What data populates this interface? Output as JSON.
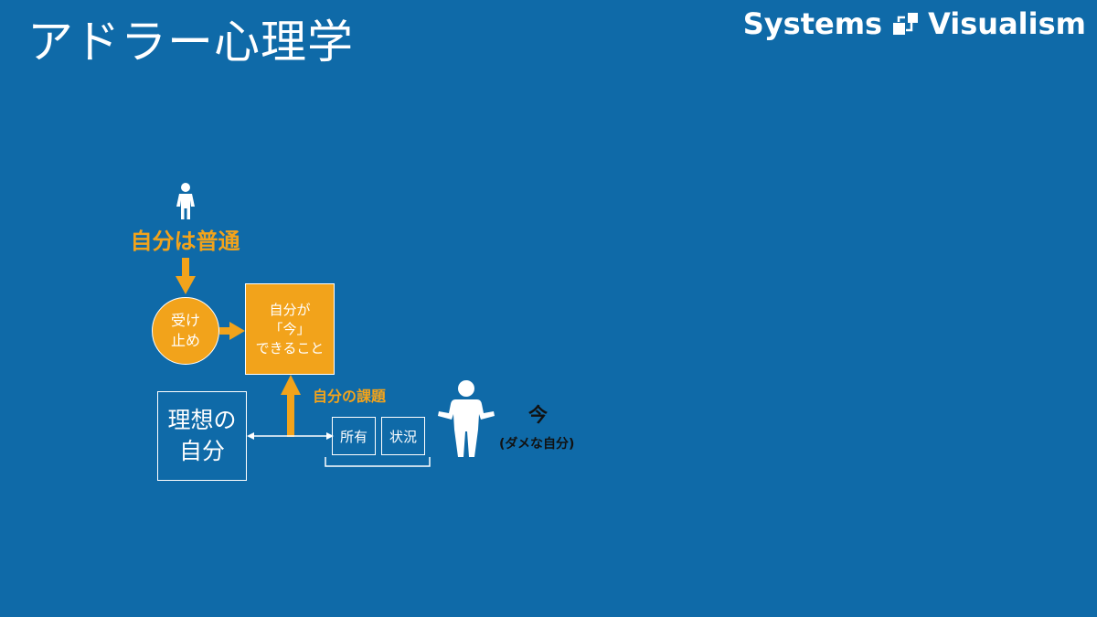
{
  "title": "アドラー心理学",
  "brand": {
    "left": "Systems",
    "right": "Visualism",
    "logo_icon": "flow-squares-icon"
  },
  "colors": {
    "background": "#0f6aa8",
    "accent": "#f2a31b",
    "line": "#ffffff",
    "dark_text": "#111111"
  },
  "diagram": {
    "normal_self": "自分は普通",
    "accept": {
      "line1": "受け",
      "line2": "止め"
    },
    "can_do": {
      "line1": "自分が",
      "line2": "「今」",
      "line3": "できること"
    },
    "own_task": "自分の課題",
    "ideal_self": {
      "line1": "理想の",
      "line2": "自分"
    },
    "factors": [
      "所有",
      "状況"
    ],
    "now": {
      "label": "今",
      "sub": "(ダメな自分)"
    }
  }
}
